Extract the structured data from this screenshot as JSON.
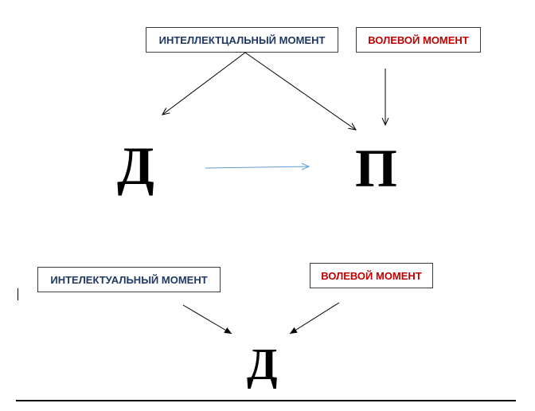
{
  "diagram_top": {
    "box_intellectual": "ИНТЕЛЛЕКТЦАЛЬНЫЙ МОМЕНТ",
    "box_volitional": "ВОЛЕВОЙ МОМЕНТ",
    "letter_left": "Д",
    "letter_right": "П"
  },
  "diagram_bottom": {
    "box_intellectual": "ИНТЕЛЕКТУАЛЬНЫЙ МОМЕНТ",
    "box_volitional": "ВОЛЕВОЙ МОМЕНТ",
    "letter_center": "Д"
  },
  "colors": {
    "intellectual_text": "#1f3864",
    "volitional_text": "#c00000",
    "connector_arrow": "#5b9bd5",
    "arrow": "#000000"
  }
}
